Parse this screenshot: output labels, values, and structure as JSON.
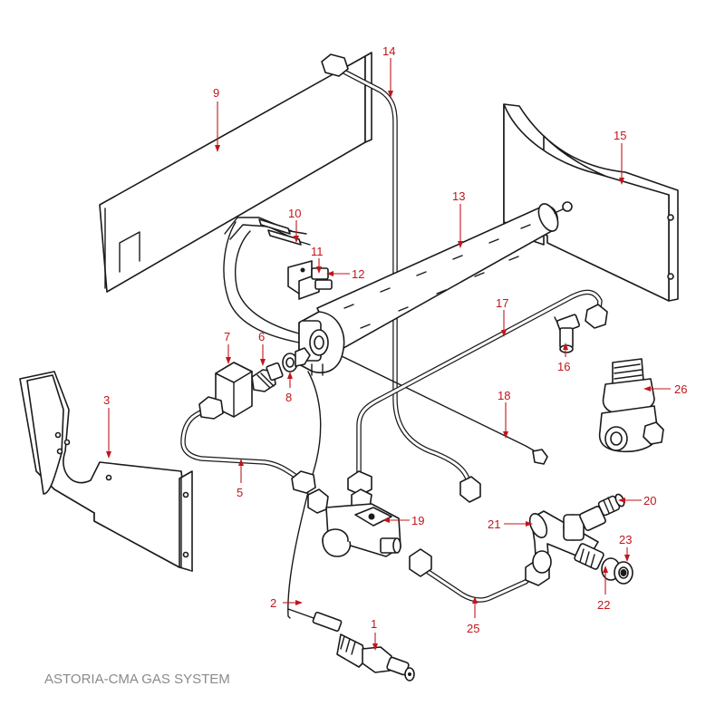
{
  "caption": "ASTORIA-CMA GAS SYSTEM",
  "callouts": {
    "c1": "1",
    "c2": "2",
    "c3": "3",
    "c5": "5",
    "c6": "6",
    "c7": "7",
    "c8": "8",
    "c9": "9",
    "c10": "10",
    "c11": "11",
    "c12": "12",
    "c13": "13",
    "c14": "14",
    "c15": "15",
    "c16": "16",
    "c17": "17",
    "c18": "18",
    "c19": "19",
    "c20": "20",
    "c21": "21",
    "c22": "22",
    "c23": "23",
    "c25": "25",
    "c26": "26"
  },
  "colors": {
    "callout": "#c0161b",
    "line_art": "#1a1a1a",
    "caption": "#8a8a8a",
    "background": "#ffffff"
  }
}
